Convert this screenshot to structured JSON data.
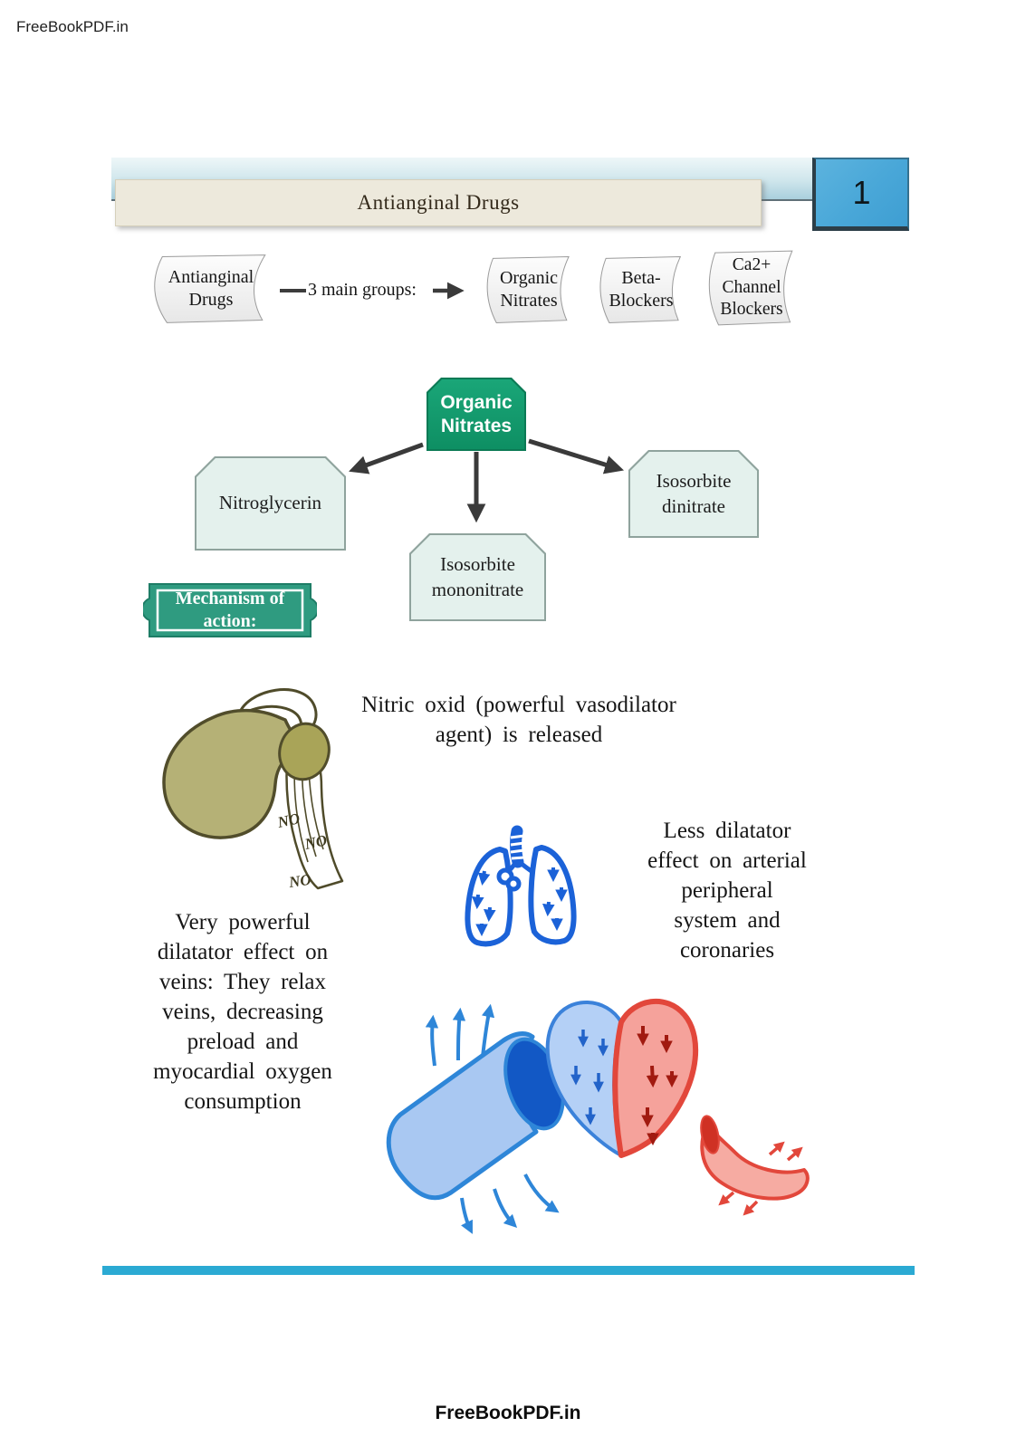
{
  "watermark_top": "FreeBookPDF.in",
  "footer_brand": "FreeBookPDF.in",
  "header": {
    "title": "Antianginal Drugs",
    "page_number": "1"
  },
  "flowchart": {
    "root": "Antianginal Drugs",
    "connector_label": "3 main groups:",
    "group_organic": "Organic Nitrates",
    "group_beta": "Beta-Blockers",
    "group_ca": "Ca2+ Channel Blockers"
  },
  "nitrates": {
    "parent": "Organic Nitrates",
    "child_left": "Nitroglycerin",
    "child_middle": "Isosorbite mononitrate",
    "child_right": "Isosorbite dinitrate"
  },
  "mechanism": {
    "heading": "Mechanism of action:",
    "release_note": "Nitric oxid (powerful vasodilator agent) is released",
    "vein_note": "Very powerful dilatator effect on veins: They relax veins, decreasing preload and myocardial oxygen consumption",
    "arterial_note": "Less dilatator effect on arterial peripheral system and coronaries",
    "no_label_1": "NO",
    "no_label_2": "NO",
    "no_label_3": "NO"
  },
  "colors": {
    "header_band": "#aed3e0",
    "title_box": "#ede9dc",
    "page_tab_blue": "#45a5d6",
    "organic_green": "#12996c",
    "badge_green": "#2f9b80",
    "mint_box": "#e4f1ed",
    "divider_teal": "#2baad3",
    "art_blue": "#1b62d8",
    "art_light_blue": "#a9c8f2",
    "art_red": "#e2473b",
    "art_salmon": "#f5a29b",
    "jug_olive": "#b5b176"
  }
}
